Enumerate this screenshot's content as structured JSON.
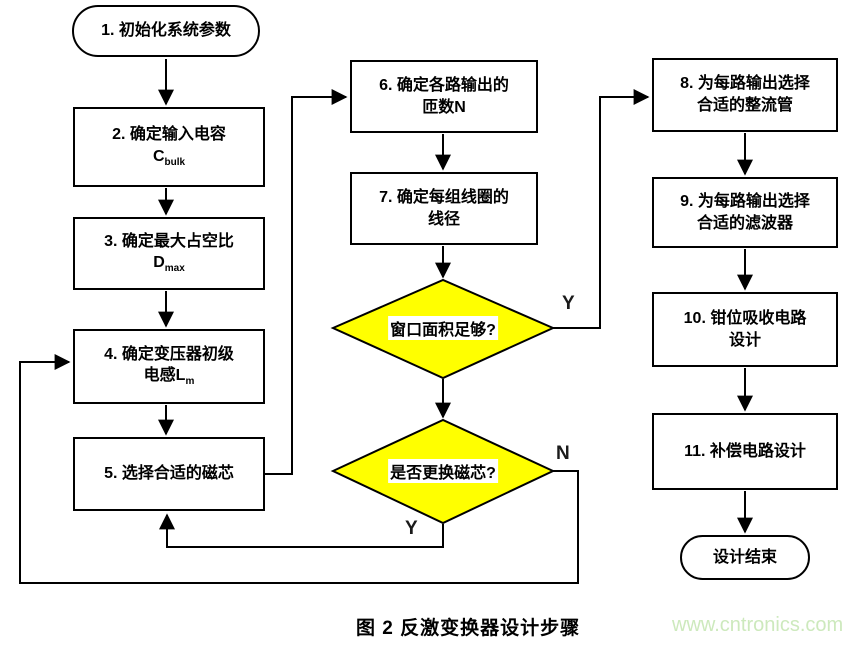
{
  "figure": {
    "caption": "图 2  反激变换器设计步骤",
    "watermark": "www.cntronics.com"
  },
  "colors": {
    "decision_fill": "#ffff00",
    "connector": "#000000",
    "watermark_text": "#cde9bd"
  },
  "nodes": {
    "start": {
      "lines": [
        "1. 初始化系统参数"
      ]
    },
    "box2": {
      "lines": [
        "2. 确定输入电容"
      ],
      "formula": {
        "main": "C",
        "sub": "bulk"
      }
    },
    "box3": {
      "lines": [
        "3. 确定最大占空比"
      ],
      "formula": {
        "main": "D",
        "sub": "max"
      }
    },
    "box4": {
      "lines": [
        "4. 确定变压器初级"
      ],
      "line2_prefix": "电感",
      "formula": {
        "main": "L",
        "sub": "m"
      }
    },
    "box5": {
      "lines": [
        "5. 选择合适的磁芯"
      ]
    },
    "box6": {
      "lines": [
        "6. 确定各路输出的",
        "匝数N"
      ]
    },
    "box7": {
      "lines": [
        "7. 确定每组线圈的",
        "线径"
      ]
    },
    "decision1": {
      "label": "窗口面积足够?",
      "yes": "Y"
    },
    "decision2": {
      "label": "是否更换磁芯?",
      "yes": "Y",
      "no": "N"
    },
    "box8": {
      "lines": [
        "8. 为每路输出选择",
        "合适的整流管"
      ]
    },
    "box9": {
      "lines": [
        "9. 为每路输出选择",
        "合适的滤波器"
      ]
    },
    "box10": {
      "lines": [
        "10. 钳位吸收电路",
        "设计"
      ]
    },
    "box11": {
      "lines": [
        "11. 补偿电路设计"
      ]
    },
    "end": {
      "label": "设计结束"
    }
  }
}
